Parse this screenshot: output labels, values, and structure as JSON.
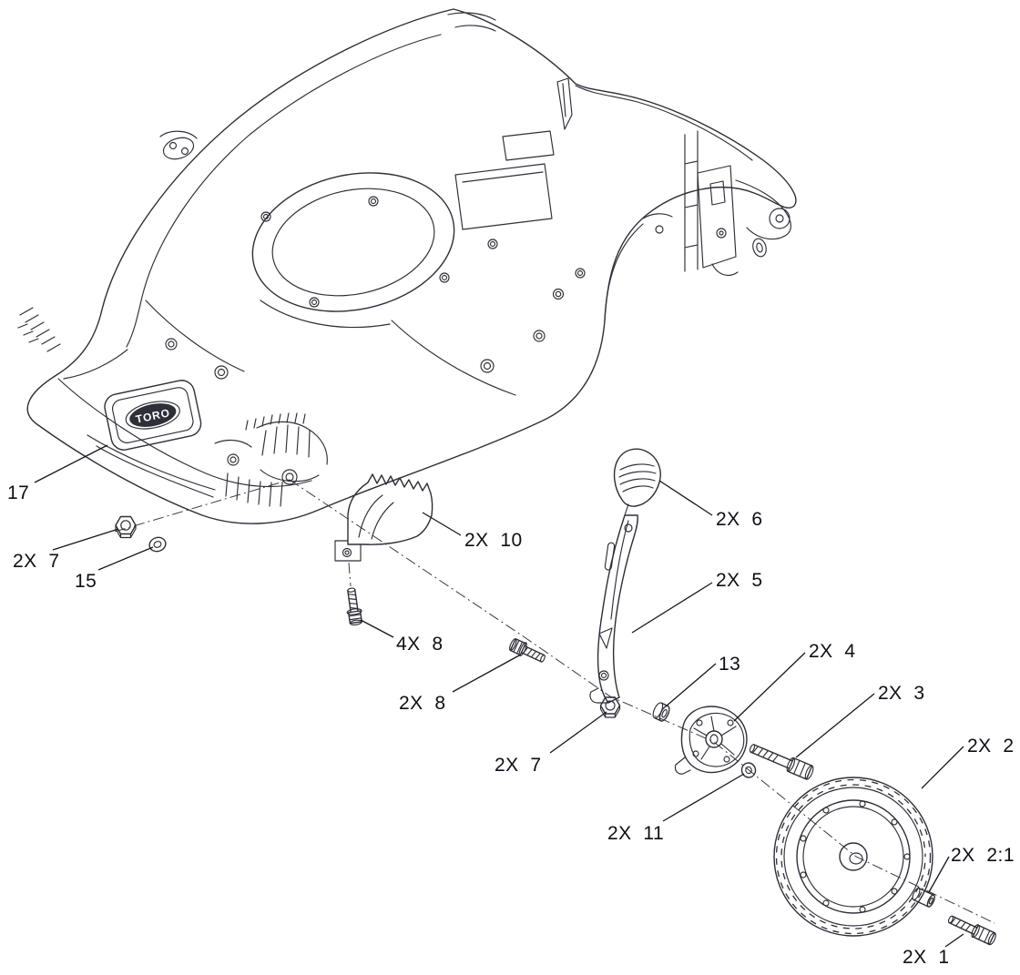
{
  "diagram": {
    "logo_text": "TORO",
    "colors": {
      "background": "#ffffff",
      "line": "#2e2e38",
      "text": "#0e0e16"
    },
    "labels": [
      {
        "id": "part-17",
        "text": "17"
      },
      {
        "id": "part-7-left",
        "text": "2X  7"
      },
      {
        "id": "part-15",
        "text": "15"
      },
      {
        "id": "part-10",
        "text": "2X  10"
      },
      {
        "id": "part-8-front",
        "text": "4X  8"
      },
      {
        "id": "part-6",
        "text": "2X  6"
      },
      {
        "id": "part-5",
        "text": "2X  5"
      },
      {
        "id": "part-8-side",
        "text": "2X  8"
      },
      {
        "id": "part-13",
        "text": "13"
      },
      {
        "id": "part-7-middle",
        "text": "2X  7"
      },
      {
        "id": "part-4",
        "text": "2X  4"
      },
      {
        "id": "part-3",
        "text": "2X  3"
      },
      {
        "id": "part-2",
        "text": "2X  2"
      },
      {
        "id": "part-11",
        "text": "2X  11"
      },
      {
        "id": "part-2-1",
        "text": "2X  2:1"
      },
      {
        "id": "part-1",
        "text": "2X  1"
      }
    ]
  }
}
